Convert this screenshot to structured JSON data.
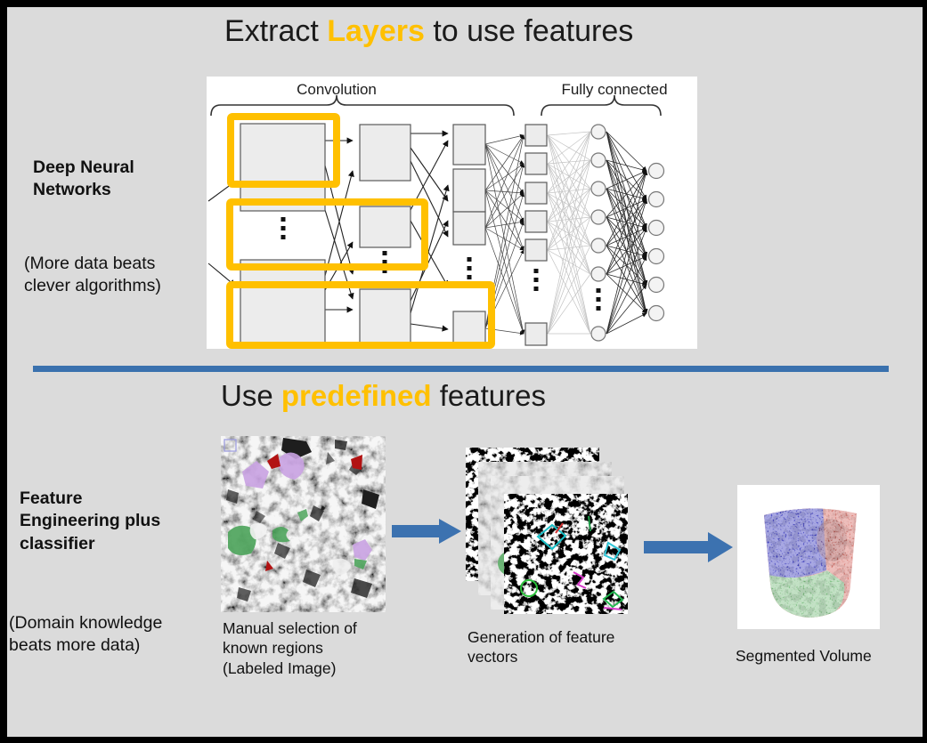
{
  "slide": {
    "sections": {
      "dnn": {
        "title": {
          "pre": "Extract ",
          "highlight": "Layers",
          "post": " to use features"
        },
        "side_label": "Deep Neural Networks",
        "side_note": "(More data beats clever algorithms)",
        "diagram": {
          "convolution_label": "Convolution",
          "fully_connected_label": "Fully connected"
        }
      },
      "features": {
        "title": {
          "pre": "Use ",
          "highlight": "predefined",
          "post": " features"
        },
        "side_label": "Feature Engineering plus classifier",
        "side_note": "(Domain knowledge beats more data)",
        "steps": [
          {
            "caption": "Manual selection of known regions (Labeled Image)"
          },
          {
            "caption": "Generation of feature vectors"
          },
          {
            "caption": "Segmented Volume"
          }
        ]
      }
    },
    "colors": {
      "highlight_orange": "#FFC000",
      "divider_blue": "#3A71AE",
      "arrow_blue": "#3C72B0",
      "slide_background": "#DBDBDB",
      "volume_blue": "#4343C0",
      "volume_red": "#D8736C",
      "volume_green": "#7CBE80"
    }
  }
}
